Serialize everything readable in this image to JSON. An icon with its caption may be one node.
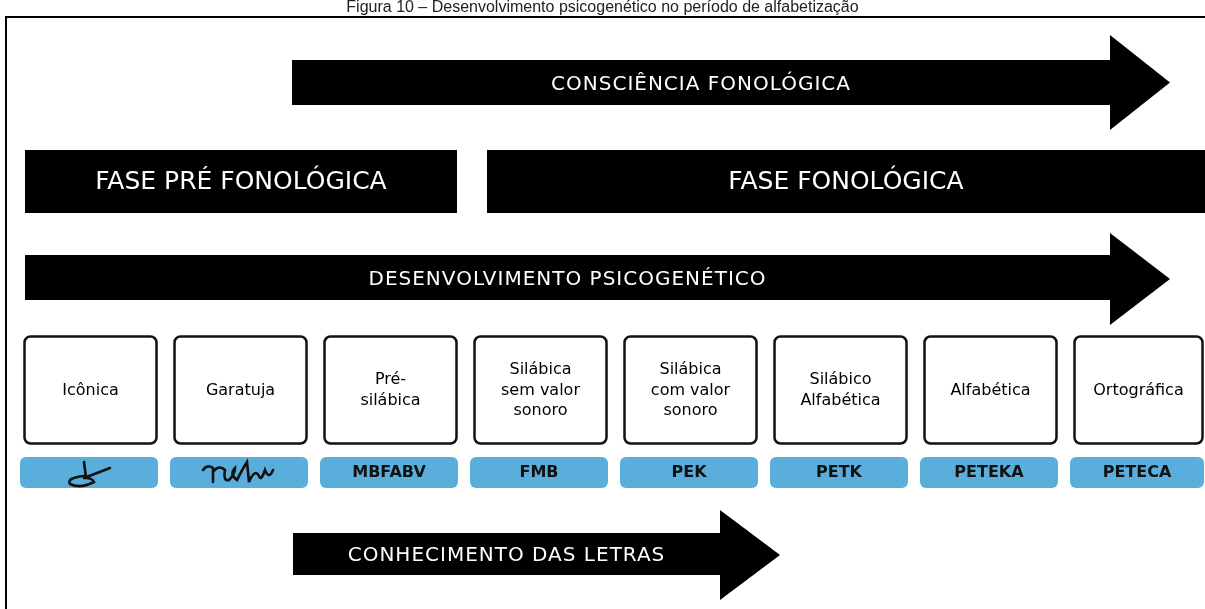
{
  "diagram": {
    "title": "Figura 10 – Desenvolvimento psicogenético no período de alfabetização",
    "nodes": [
      {
        "text": [
          "CONSCIÊNCIA FONOLÓGICA"
        ]
      },
      {
        "text": [
          "FASE PRÉ FONOLÓGICA"
        ]
      },
      {
        "text": [
          "FASE FONOLÓGICA"
        ]
      },
      {
        "text": [
          "DESENVOLVIMENTO PSICOGENÉTICO"
        ]
      },
      {
        "text": [
          "Icônica"
        ]
      },
      {
        "text": [
          "Garatuja"
        ]
      },
      {
        "text": [
          "Pré- silábica"
        ]
      },
      {
        "text": [
          "Silábica sem valor sonoro"
        ]
      },
      {
        "text": [
          "Silábica com valor sonoro"
        ]
      },
      {
        "text": [
          "Silábico Alfabética"
        ]
      },
      {
        "text": [
          "Alfabética"
        ]
      },
      {
        "text": [
          "Ortográfica"
        ]
      },
      {
        "text": [],
        "shape": "bar"
      },
      {
        "text": [],
        "shape": "bar"
      },
      {
        "text": [
          "MBFABV"
        ]
      },
      {
        "text": [
          "FMB"
        ]
      },
      {
        "text": [
          "PEK"
        ]
      },
      {
        "text": [
          "PETK"
        ]
      },
      {
        "text": [
          "PETEKA"
        ]
      },
      {
        "text": [
          "PETECA"
        ]
      },
      {
        "text": [
          "CONHECIMENTO DAS LETRAS"
        ]
      }
    ]
  }
}
